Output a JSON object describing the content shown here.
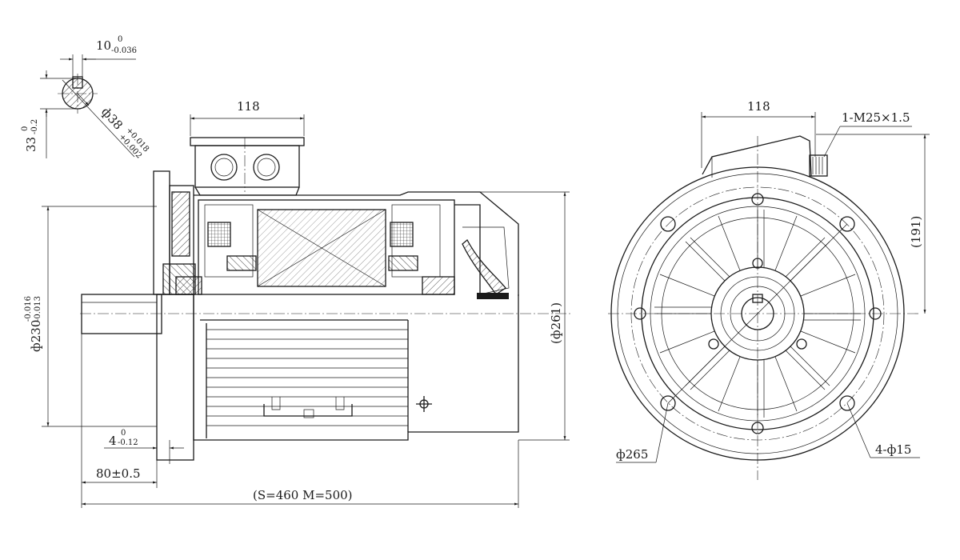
{
  "side_view": {
    "terminal_box_width": "118",
    "shaft_key_width": "10",
    "shaft_key_width_tol_top": "0",
    "shaft_key_width_tol_bottom": "-0.036",
    "shaft_key_height": "33",
    "shaft_key_height_tol_top": "0",
    "shaft_key_height_tol_bottom": "-0.2",
    "shaft_diameter": "ф38",
    "shaft_diameter_tol_top": "+0.018",
    "shaft_diameter_tol_bottom": "+0.002",
    "spigot_diameter": "ф230",
    "spigot_tol_top": "-0.016",
    "spigot_tol_bottom": "-0.013",
    "flange_thickness": "4",
    "flange_thickness_tol_top": "0",
    "flange_thickness_tol_bottom": "-0.12",
    "shaft_length": "80±0.5",
    "overall_length": "(S=460  M=500)",
    "body_diameter": "(ф261)"
  },
  "end_view": {
    "terminal_box_width": "118",
    "cable_gland": "1-M25×1.5",
    "height_to_box": "(191)",
    "pcd": "ф265",
    "bolt_holes": "4-ф15"
  }
}
